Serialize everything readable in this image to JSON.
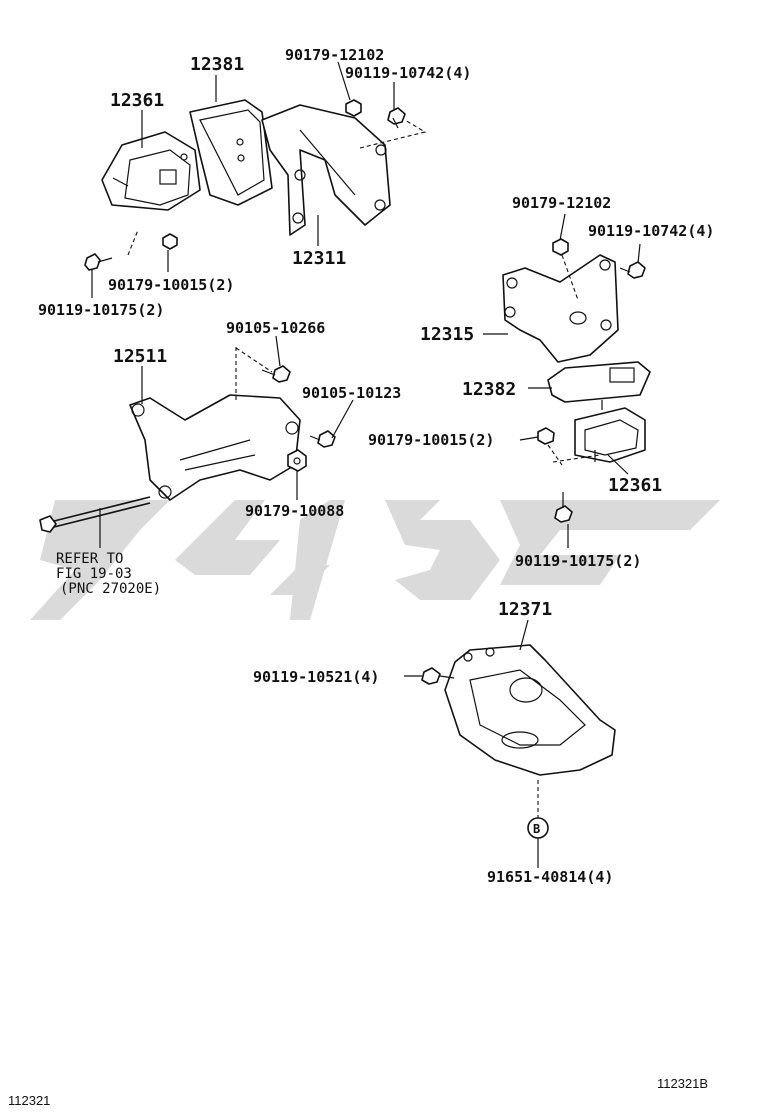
{
  "labels": {
    "p12381": "12381",
    "p12361_top": "12361",
    "p90179_12102_top": "90179-12102",
    "p90119_10742_top": "90119-10742(4)",
    "p12311": "12311",
    "p90179_10015_top": "90179-10015(2)",
    "p90119_10175_top": "90119-10175(2)",
    "p90105_10266": "90105-10266",
    "p12511": "12511",
    "p90105_10123": "90105-10123",
    "p90179_10088": "90179-10088",
    "p90179_12102_mid": "90179-12102",
    "p90119_10742_mid": "90119-10742(4)",
    "p12315": "12315",
    "p12382": "12382",
    "p90179_10015_mid": "90179-10015(2)",
    "p12361_mid": "12361",
    "p90119_10175_mid": "90119-10175(2)",
    "p12371": "12371",
    "p90119_10521": "90119-10521(4)",
    "p91651_40814": "91651-40814(4)",
    "callout_b": "B"
  },
  "note": {
    "line1": "REFER TO",
    "line2": "FIG 19-03",
    "line3": "(PNC 27020E)"
  },
  "footer": {
    "left_code": "112321",
    "right_code": "112321B"
  }
}
